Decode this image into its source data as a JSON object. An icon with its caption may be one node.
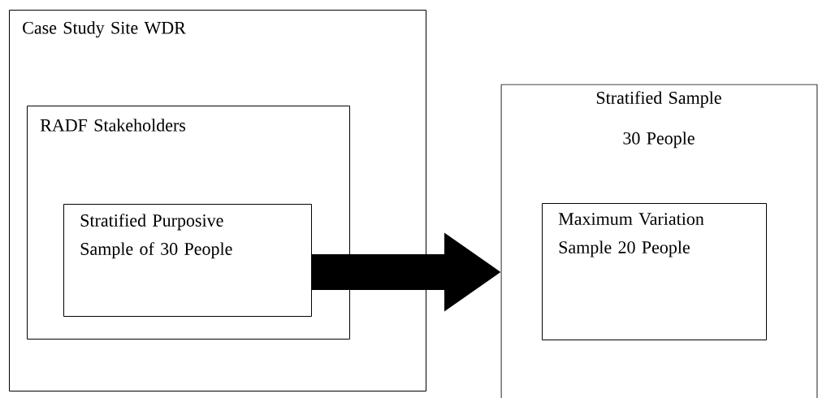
{
  "diagram": {
    "nodes": [
      {
        "text": [
          "Case Study Site WDR"
        ]
      },
      {
        "text": [
          "RADF Stakeholders"
        ],
        "in": 0
      },
      {
        "text": [
          "Stratified Purposive Sample of 30 People"
        ],
        "in": 1
      },
      {
        "text": [
          "Stratified Sample",
          "30 People"
        ]
      },
      {
        "text": [
          "Maximum Variation Sample 20 People"
        ],
        "in": 3
      }
    ],
    "edges": [
      {
        "from": 2,
        "to": 3,
        "arrow": "to"
      }
    ]
  }
}
